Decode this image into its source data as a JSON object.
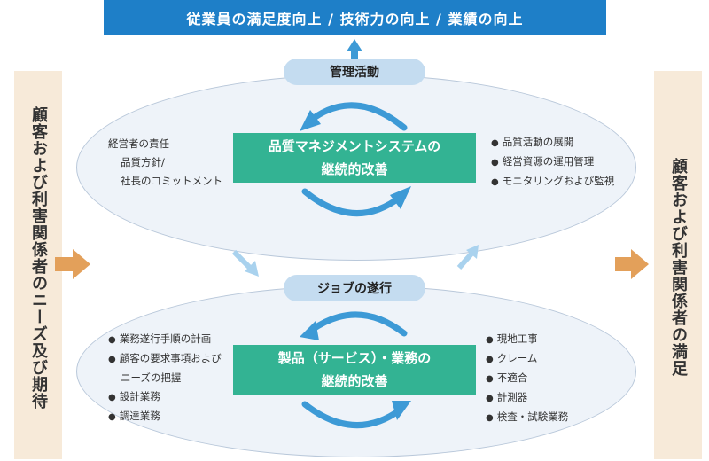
{
  "banner": {
    "text": "従業員の満足度向上 / 技術力の向上 / 業績の向上"
  },
  "left_bar": {
    "text": "顧客および利害関係者のニーズ及び期待"
  },
  "right_bar": {
    "text": "顧客および利害関係者の満足"
  },
  "management": {
    "label": "管理活動",
    "center": [
      "品質マネジメントシステムの",
      "継続的改善"
    ],
    "left_items": [
      "経営者の責任",
      "品質方針/",
      "社長のコミットメント"
    ],
    "right_items": [
      "品質活動の展開",
      "経営資源の運用管理",
      "モニタリングおよび監視"
    ]
  },
  "job": {
    "label": "ジョブの遂行",
    "center": [
      "製品（サービス）・業務の",
      "継続的改善"
    ],
    "left_items": [
      "業務遂行手順の計画",
      "顧客の要求事項および",
      "ニーズの把握",
      "設計業務",
      "調達業務"
    ],
    "right_items": [
      "現地工事",
      "クレーム",
      "不適合",
      "計測器",
      "検査・試験業務"
    ]
  },
  "colors": {
    "banner": "#1e7fc8",
    "side_bars": "#f7ead9",
    "orange_arrow": "#e3a05a",
    "cycle_arrow": "#3d9ad6",
    "ellipse_fill": "#eef3f9",
    "pill": "#c4dcf0",
    "green_box": "#33b393"
  },
  "icons": [
    "up-arrow-icon",
    "right-arrow-icon",
    "cycle-arrow-icon",
    "diagonal-arrow-icon"
  ]
}
